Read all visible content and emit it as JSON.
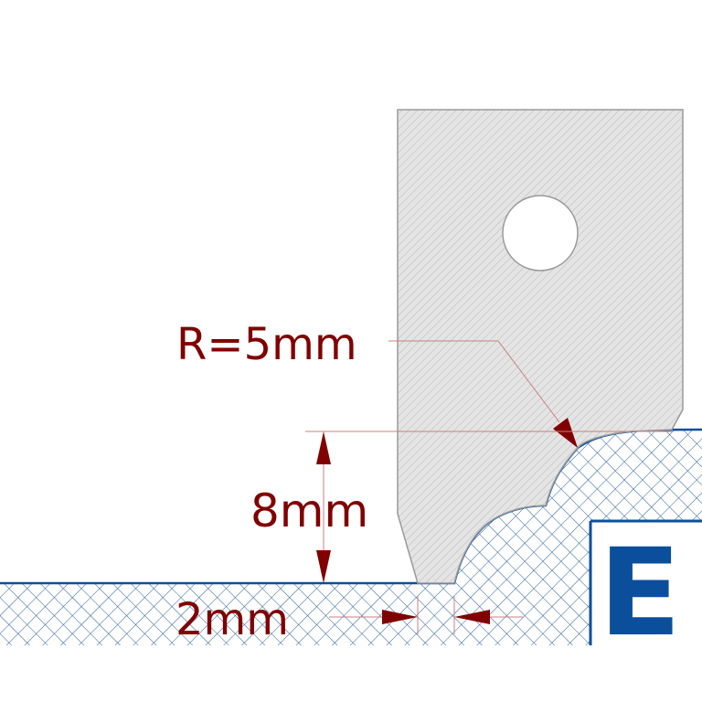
{
  "labels": {
    "radius": "R=5mm",
    "height": "8mm",
    "width": "2mm",
    "profile_letter": "E"
  },
  "colors": {
    "dimension": "#800000",
    "profile": "#0b4f9c",
    "blade_fill": "#e1e1e1",
    "blade_outline": "#9a9a9a"
  }
}
